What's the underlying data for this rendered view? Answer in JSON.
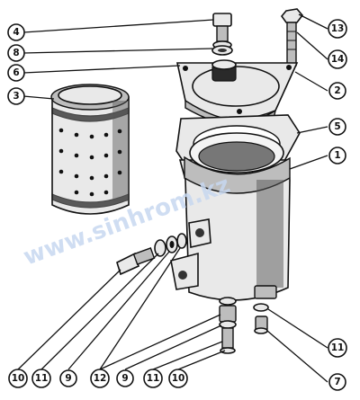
{
  "watermark": "www.sinhrom.kz",
  "callouts": [
    {
      "id": "c4",
      "label": "4"
    },
    {
      "id": "c8",
      "label": "8"
    },
    {
      "id": "c6",
      "label": "6"
    },
    {
      "id": "c3",
      "label": "3"
    },
    {
      "id": "c13",
      "label": "13"
    },
    {
      "id": "c14",
      "label": "14"
    },
    {
      "id": "c2",
      "label": "2"
    },
    {
      "id": "c5",
      "label": "5"
    },
    {
      "id": "c1",
      "label": "1"
    },
    {
      "id": "c10a",
      "label": "10"
    },
    {
      "id": "c11a",
      "label": "11"
    },
    {
      "id": "c9a",
      "label": "9"
    },
    {
      "id": "c12",
      "label": "12"
    },
    {
      "id": "c9b",
      "label": "9"
    },
    {
      "id": "c11b",
      "label": "11"
    },
    {
      "id": "c10b",
      "label": "10"
    },
    {
      "id": "c11c",
      "label": "11"
    },
    {
      "id": "c7",
      "label": "7"
    }
  ],
  "colors": {
    "ink": "#111111",
    "paper": "#ffffff",
    "watermark": "#c7d8f0"
  }
}
